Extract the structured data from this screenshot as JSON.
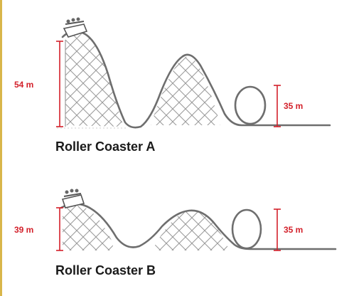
{
  "accent_color": "#d9b64a",
  "measure_color": "#d3202a",
  "track_color": "#6e6e6e",
  "lattice_color": "#8a8a8a",
  "coasters": [
    {
      "title": "Roller Coaster A",
      "start_height_label": "54 m",
      "loop_height_label": "35 m",
      "start_height_m": 54,
      "loop_height_m": 35
    },
    {
      "title": "Roller Coaster B",
      "start_height_label": "39 m",
      "loop_height_label": "35 m",
      "start_height_m": 39,
      "loop_height_m": 35
    }
  ],
  "icons": [
    "coaster-car-icon",
    "coaster-car-icon"
  ]
}
